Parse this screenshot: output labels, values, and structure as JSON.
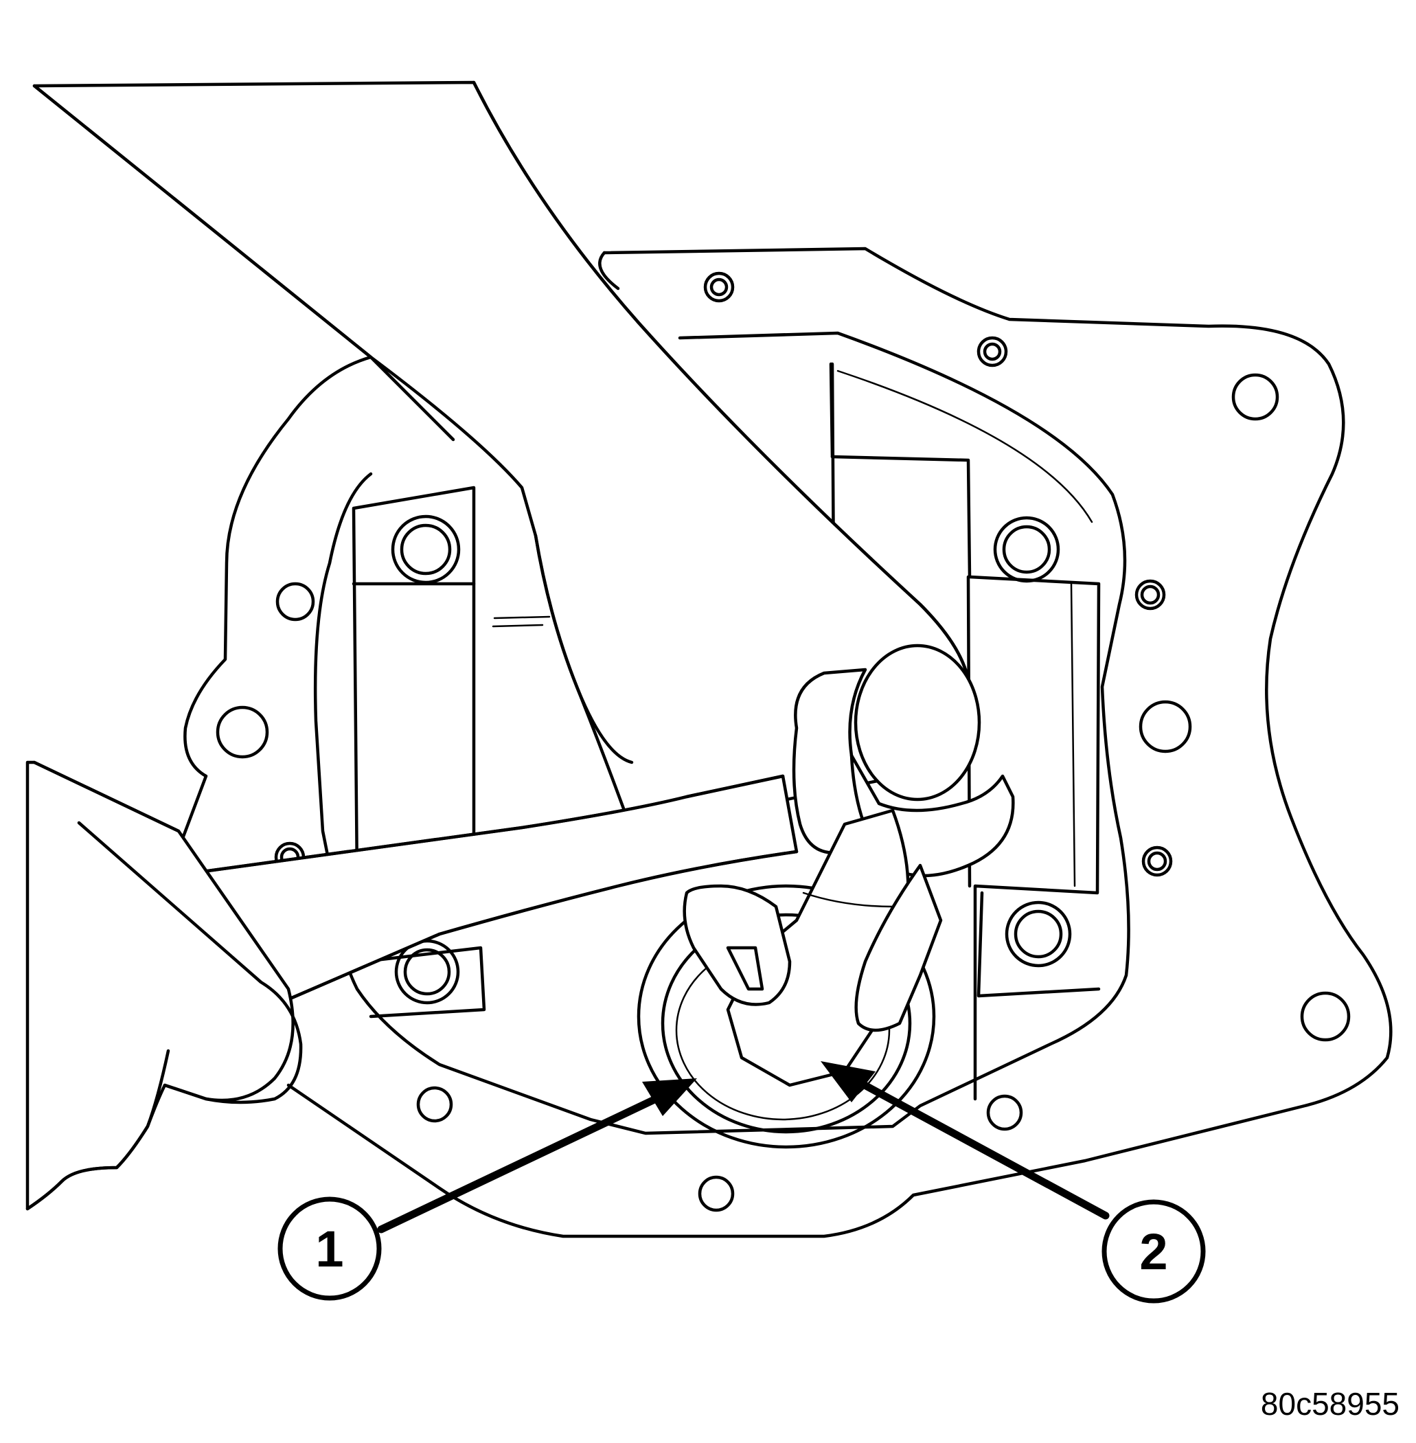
{
  "figure": {
    "id_label": "80c58955",
    "callouts": [
      {
        "number": "1"
      },
      {
        "number": "2"
      }
    ],
    "icons": [
      "housing-cover-outline",
      "hammer-icon",
      "hand-icon",
      "seal-ring"
    ]
  }
}
